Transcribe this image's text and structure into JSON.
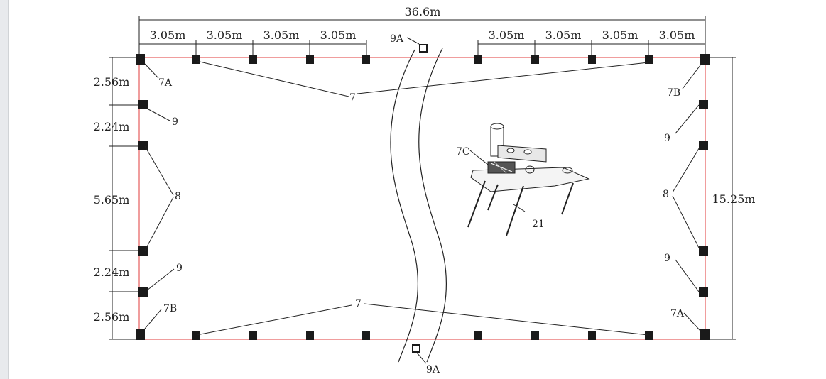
{
  "dimensions": {
    "total_width": "36.6m",
    "spacing_top_left": [
      "3.05m",
      "3.05m",
      "3.05m",
      "3.05m"
    ],
    "spacing_top_right": [
      "3.05m",
      "3.05m",
      "3.05m",
      "3.05m"
    ],
    "left_segments": [
      "2.56m",
      "2.24m",
      "5.65m",
      "2.24m",
      "2.56m"
    ],
    "total_height": "15.25m"
  },
  "labels": {
    "corner_tl": "7A",
    "corner_tr": "7B",
    "corner_bl": "7B",
    "corner_br": "7A",
    "top_anchor_group": "7",
    "bottom_anchor_group": "7",
    "left_upper_9": "9",
    "left_lower_9": "9",
    "right_upper_9": "9",
    "right_lower_9": "9",
    "left_8": "8",
    "right_8": "8",
    "top_center": "9A",
    "bottom_center": "9A",
    "detail_7c": "7C",
    "detail_21": "21"
  },
  "colors": {
    "boundary": "#e23b3b",
    "line": "#222222",
    "anchor": "#1a1a1a"
  }
}
